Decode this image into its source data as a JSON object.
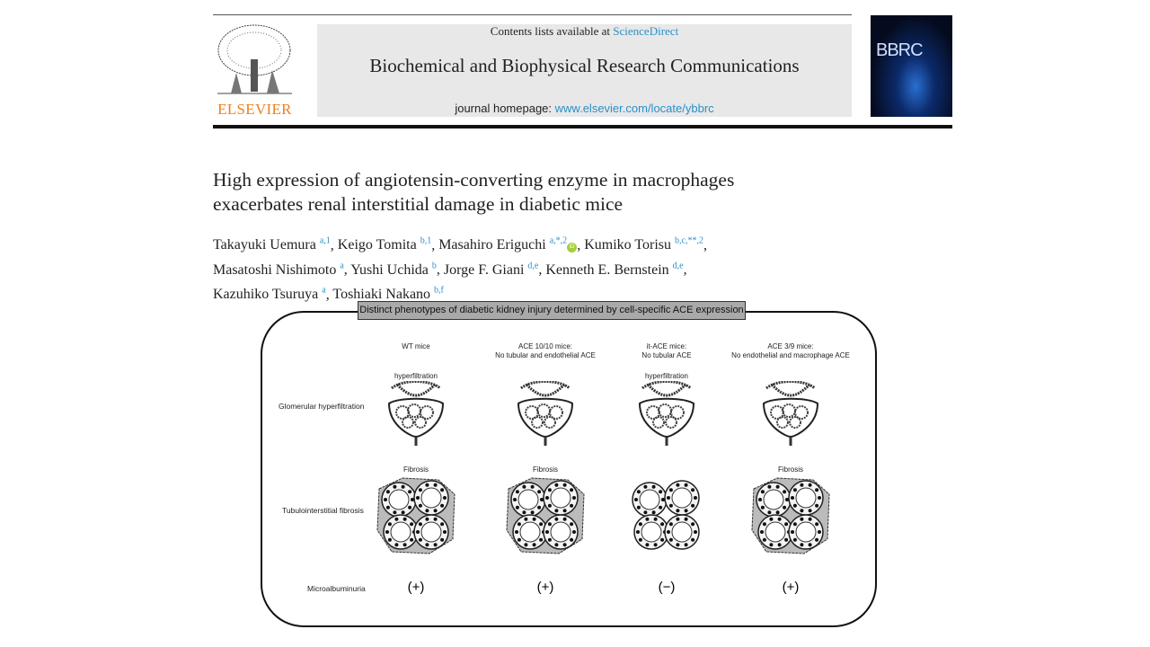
{
  "header": {
    "publisher": "ELSEVIER",
    "contents_prefix": "Contents lists available at ",
    "contents_link": "ScienceDirect",
    "journal_title": "Biochemical and Biophysical Research Communications",
    "homepage_prefix": "journal homepage: ",
    "homepage_link": "www.elsevier.com/locate/ybbrc",
    "cover_text": "BBRC"
  },
  "article": {
    "title_line1": "High expression of angiotensin-converting enzyme in macrophages",
    "title_line2": "exacerbates renal interstitial damage in diabetic mice",
    "authors": [
      {
        "name": "Takayuki Uemura",
        "aff": "a,1"
      },
      {
        "name": "Keigo Tomita",
        "aff": "b,1"
      },
      {
        "name": "Masahiro Eriguchi",
        "aff": "a,*,2"
      },
      {
        "name": "Kumiko Torisu",
        "aff": "b,c,**,2"
      },
      {
        "name": "Masatoshi Nishimoto",
        "aff": "a"
      },
      {
        "name": "Yushi Uchida",
        "aff": "b"
      },
      {
        "name": "Jorge F. Giani",
        "aff": "d,e"
      },
      {
        "name": "Kenneth E. Bernstein",
        "aff": "d,e"
      },
      {
        "name": "Kazuhiko Tsuruya",
        "aff": "a"
      },
      {
        "name": "Toshiaki Nakano",
        "aff": "b,f"
      }
    ]
  },
  "figure": {
    "title": "Distinct phenotypes of diabetic kidney injury determined by cell-specific ACE expression",
    "columns": [
      {
        "l1": "WT mice",
        "l2": "",
        "glom_note": "hyperfiltration",
        "fib_note": "Fibrosis",
        "albumin": "(+)"
      },
      {
        "l1": "ACE 10/10 mice:",
        "l2": "No tubular and  endothelial ACE",
        "glom_note": "",
        "fib_note": "Fibrosis",
        "albumin": "(+)"
      },
      {
        "l1": "it-ACE mice:",
        "l2": "No tubular ACE",
        "glom_note": "hyperfiltration",
        "fib_note": "",
        "albumin": "(−)"
      },
      {
        "l1": "ACE 3/9 mice:",
        "l2": "No endothelial and macrophage ACE",
        "glom_note": "",
        "fib_note": "Fibrosis",
        "albumin": "(+)"
      }
    ],
    "rows": [
      "Glomerular hyperfiltration",
      "Tubulointerstitial fibrosis",
      "Microalbuminuria"
    ]
  }
}
